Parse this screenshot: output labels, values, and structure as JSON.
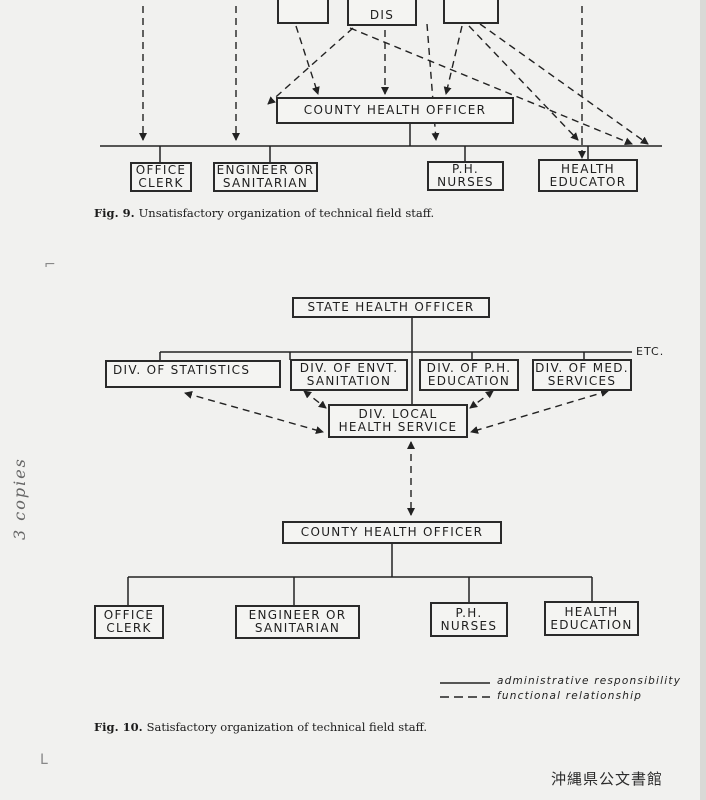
{
  "fig9": {
    "top_boxes": {
      "dis": "DIS"
    },
    "county": "COUNTY HEALTH OFFICER",
    "office": "OFFICE\nCLERK",
    "engineer": "ENGINEER OR\nSANITARIAN",
    "nurses": "P.H.\nNURSES",
    "educator": "HEALTH\nEDUCATOR",
    "caption_num": "Fig. 9.",
    "caption_text": "Unsatisfactory organization of technical field staff."
  },
  "fig10": {
    "state": "STATE HEALTH OFFICER",
    "etc": "ETC.",
    "div_statistics": "DIV. OF STATISTICS",
    "div_envt": "DIV. OF ENVT.\nSANITATION",
    "div_ph": "DIV. OF P.H.\nEDUCATION",
    "div_med": "DIV. OF MED.\nSERVICES",
    "div_local": "DIV. LOCAL\nHEALTH SERVICE",
    "county": "COUNTY HEALTH OFFICER",
    "office": "OFFICE\nCLERK",
    "engineer": "ENGINEER OR\nSANITARIAN",
    "nurses": "P.H.\nNURSES",
    "education": "HEALTH\nEDUCATION",
    "legend_solid": "administrative responsibility",
    "legend_dashed": "functional relationship",
    "caption_num": "Fig. 10.",
    "caption_text": "Satisfactory organization of technical field staff."
  },
  "margin_note": "3 copies",
  "archive_stamp": "沖縄県公文書館"
}
